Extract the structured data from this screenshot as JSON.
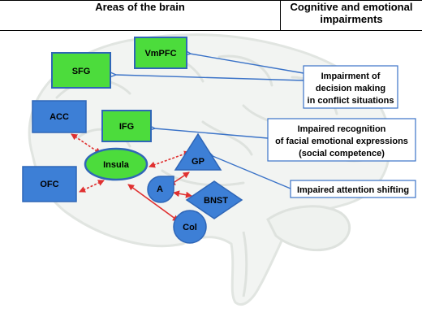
{
  "header": {
    "left": "Areas of the brain",
    "right_line1": "Cognitive and emotional",
    "right_line2": "impairments"
  },
  "regions": {
    "vmpfc": "VmPFC",
    "sfg": "SFG",
    "acc": "ACC",
    "ifg": "IFG",
    "insula": "Insula",
    "ofc": "OFC",
    "gp": "GP",
    "a": "A",
    "bnst": "BNST",
    "col": "Col"
  },
  "impairments": {
    "decision": [
      "Impairment of",
      "decision making",
      "in conflict situations"
    ],
    "recognition": [
      "Impaired recognition",
      "of  facial emotional expressions",
      "(social competence)"
    ],
    "attention": [
      "Impaired attention shifting"
    ]
  },
  "colors": {
    "green_fill": "#4cdc3c",
    "blue_fill": "#3d7fd6",
    "outline": "#2f66b7",
    "arrow_red": "#e03030",
    "note_border": "#3b73c8"
  }
}
